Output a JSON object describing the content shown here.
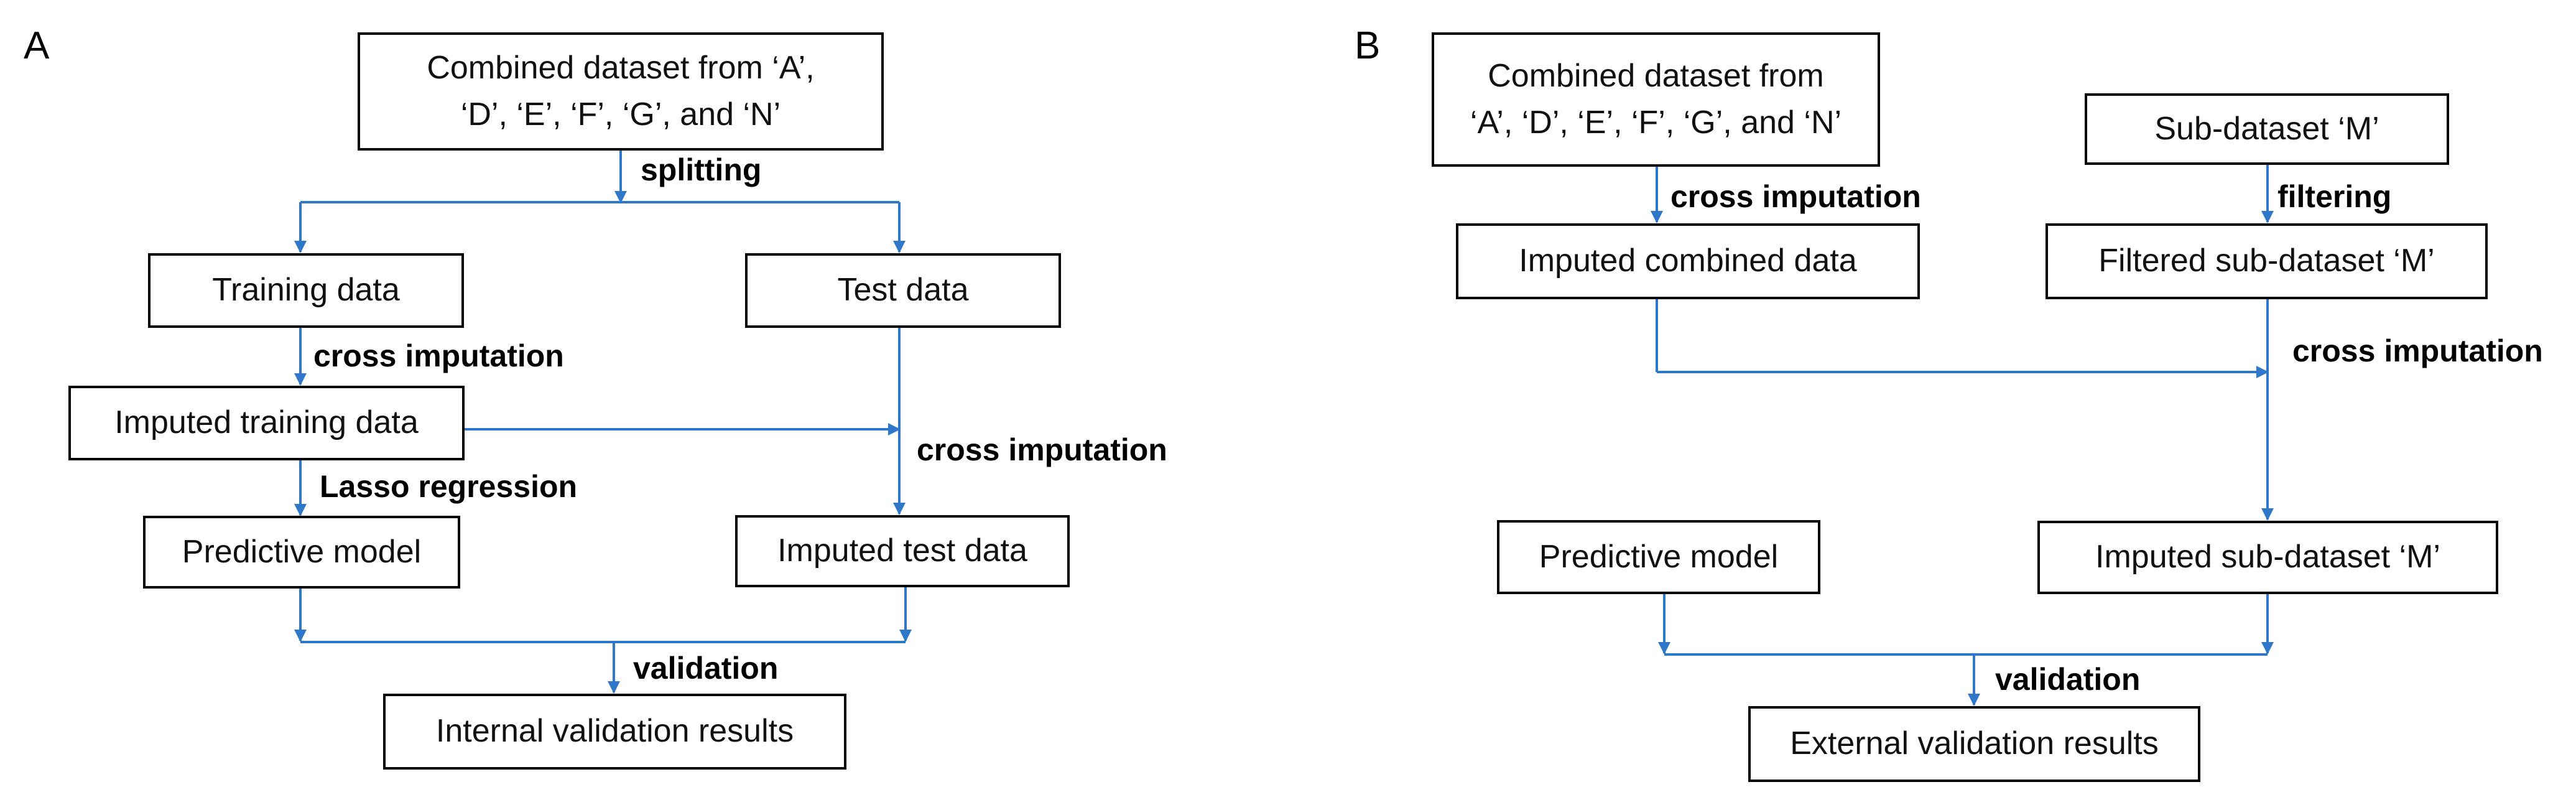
{
  "panels": {
    "a": {
      "label": "A",
      "nodes": {
        "combined": "Combined dataset from ‘A’,\n‘D’, ‘E’, ‘F’, ‘G’, and ‘N’",
        "training": "Training data",
        "test": "Test data",
        "imputed_training": "Imputed training data",
        "predictive_model": "Predictive model",
        "imputed_test": "Imputed test data",
        "internal_results": "Internal validation results"
      },
      "edges": {
        "splitting": "splitting",
        "cross_imputation_train": "cross imputation",
        "lasso": "Lasso regression",
        "cross_imputation_test": "cross imputation",
        "validation": "validation"
      }
    },
    "b": {
      "label": "B",
      "nodes": {
        "combined": "Combined dataset from\n‘A’, ‘D’, ‘E’, ‘F’, ‘G’, and ‘N’",
        "sub_dataset": "Sub-dataset ‘M’",
        "imputed_combined": "Imputed combined data",
        "filtered_sub": "Filtered sub-dataset ‘M’",
        "predictive_model": "Predictive model",
        "imputed_sub": "Imputed sub-dataset ‘M’",
        "external_results": "External validation results"
      },
      "edges": {
        "cross_imputation_combined": "cross imputation",
        "filtering": "filtering",
        "cross_imputation_merge": "cross imputation",
        "validation": "validation"
      }
    }
  },
  "colors": {
    "connector": "#2f77c9",
    "box_border": "#000000"
  }
}
